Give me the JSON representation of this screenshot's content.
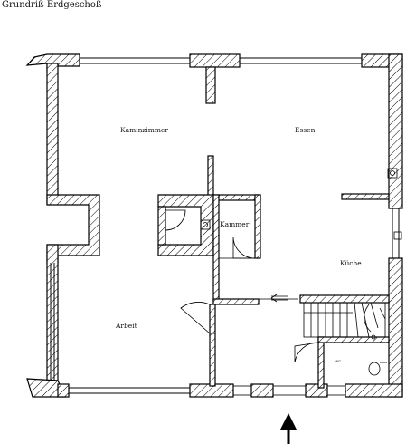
{
  "title": "Grundriß Erdgeschoß",
  "rooms": {
    "kaminzimmer": "Kaminzimmer",
    "essen": "Essen",
    "kammer": "Kammer",
    "kueche": "Küche",
    "arbeit": "Arbeit",
    "wc": "wc"
  },
  "icons": {
    "entrance": "entrance-arrow-icon"
  }
}
